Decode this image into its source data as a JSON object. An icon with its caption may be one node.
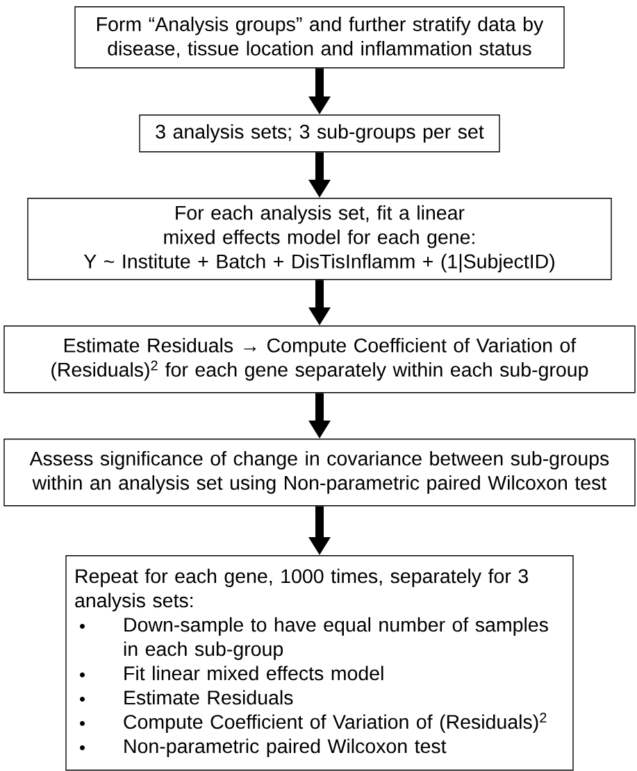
{
  "diagram": {
    "nodes": [
      {
        "text": [
          "Form “Analysis groups” and further stratify data by disease, tissue location and inflammation status"
        ]
      },
      {
        "text": [
          "3 analysis sets; 3 sub-groups per set"
        ]
      },
      {
        "text": [
          "For each analysis set, fit a linear mixed effects model for each gene:",
          "Y ~ Institute + Batch + DisTisInflamm + (1|SubjectID)"
        ]
      },
      {
        "text": [
          "Estimate Residuals → Compute Coefficient of Variation of (Residuals)$^{2}$ for each gene separately within each sub-group"
        ]
      },
      {
        "text": [
          "Assess significance of change in covariance between sub-groups within an analysis set using Non-parametric paired Wilcoxon test"
        ]
      },
      {
        "text": [
          "Repeat for each gene, 1000 times, separately for 3 analysis sets:",
          "Down-sample to have equal number of samples in each sub-group",
          "Fit linear mixed effects model",
          "Estimate Residuals",
          "Compute Coefficient of Variation of (Residuals)$^{2}$",
          "Non-parametric paired Wilcoxon test"
        ]
      }
    ],
    "edges": [
      {
        "from": 0,
        "to": 1,
        "arrow": "to"
      },
      {
        "from": 1,
        "to": 2,
        "arrow": "to"
      },
      {
        "from": 2,
        "to": 3,
        "arrow": "to"
      },
      {
        "from": 3,
        "to": 4,
        "arrow": "to"
      },
      {
        "from": 4,
        "to": 5,
        "arrow": "to"
      }
    ]
  }
}
